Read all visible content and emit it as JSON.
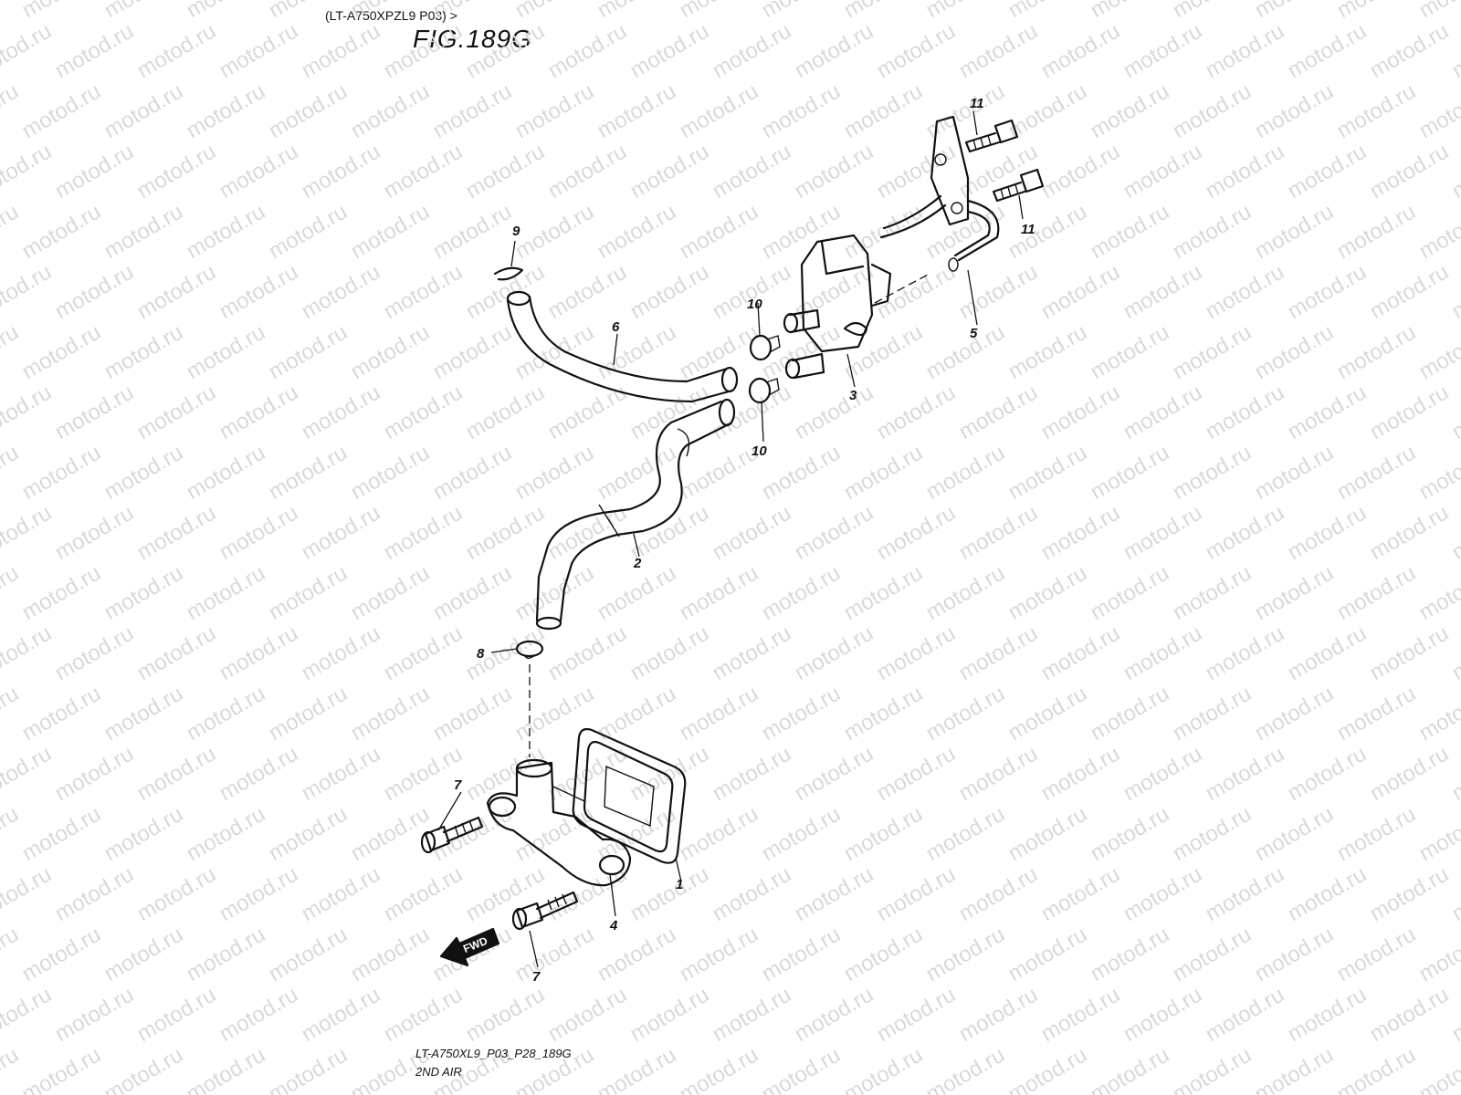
{
  "header": {
    "model_ref": "(LT-A750XPZL9 P03) >",
    "figure": "FIG.189G"
  },
  "footer": {
    "code": "LT-A750XL9_P03_P28_189G",
    "name": "2ND AIR"
  },
  "watermark": "motod.ru",
  "direction_arrow": "FWD",
  "callouts": [
    "1",
    "2",
    "3",
    "4",
    "5",
    "6",
    "7",
    "7",
    "8",
    "9",
    "10",
    "10",
    "11",
    "11"
  ],
  "colors": {
    "line": "#111111",
    "watermark": "#d9d9d9",
    "background": "#ffffff"
  }
}
